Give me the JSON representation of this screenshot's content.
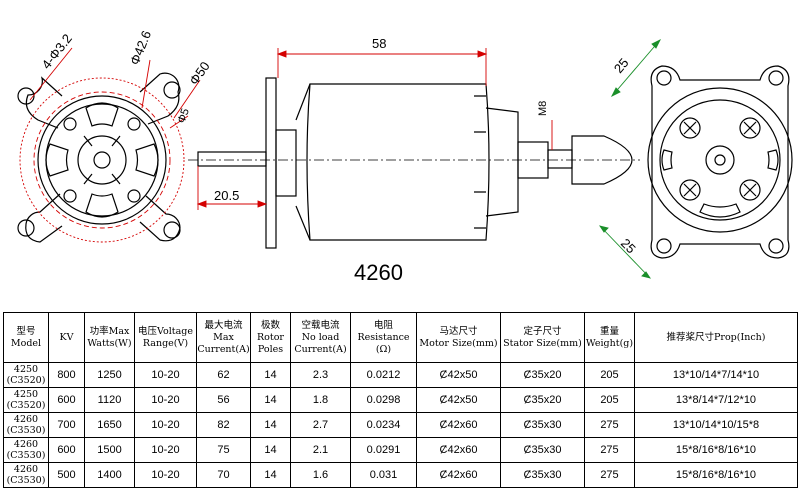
{
  "drawing": {
    "model_label": "4260",
    "dims": {
      "holes": "4-Φ3.2",
      "bolt_circle": "Φ42.6",
      "outer_diameter": "Φ50",
      "shaft_diameter": "Φ5",
      "body_length": "58",
      "shaft_length": "20.5",
      "prop_thread": "M8",
      "mount_spacing_top": "25",
      "mount_spacing_bottom": "25"
    },
    "colors": {
      "line": "#000000",
      "dimension": "#d40000",
      "dimension_alt": "#1a8f2a"
    }
  },
  "table": {
    "headers": [
      [
        "型号",
        "Model"
      ],
      [
        "KV"
      ],
      [
        "功率Max",
        "Watts(W)"
      ],
      [
        "电压Voltage",
        "Range(V)"
      ],
      [
        "最大电流",
        "Max",
        "Current(A)"
      ],
      [
        "极数",
        "Rotor",
        "Poles"
      ],
      [
        "空载电流",
        "No load",
        "Current(A)"
      ],
      [
        "电阻",
        "Resistance",
        "(Ω)"
      ],
      [
        "马达尺寸",
        "Motor Size(mm)"
      ],
      [
        "定子尺寸",
        "Stator Size(mm)"
      ],
      [
        "重量",
        "Weight(g)"
      ],
      [
        "推荐桨尺寸Prop(Inch)"
      ]
    ],
    "rows": [
      {
        "model": [
          "4250",
          "(C3520)"
        ],
        "kv": "800",
        "watts": "1250",
        "voltage": "10-20",
        "max_current": "62",
        "poles": "14",
        "no_load": "2.3",
        "resistance": "0.0212",
        "motor_size": "Ȼ42x50",
        "stator_size": "Ȼ35x20",
        "weight": "205",
        "prop": "13*10/14*7/14*10"
      },
      {
        "model": [
          "4250",
          "(C3520)"
        ],
        "kv": "600",
        "watts": "1120",
        "voltage": "10-20",
        "max_current": "56",
        "poles": "14",
        "no_load": "1.8",
        "resistance": "0.0298",
        "motor_size": "Ȼ42x50",
        "stator_size": "Ȼ35x20",
        "weight": "205",
        "prop": "13*8/14*7/12*10"
      },
      {
        "model": [
          "4260",
          "(C3530)"
        ],
        "kv": "700",
        "watts": "1650",
        "voltage": "10-20",
        "max_current": "82",
        "poles": "14",
        "no_load": "2.7",
        "resistance": "0.0234",
        "motor_size": "Ȼ42x60",
        "stator_size": "Ȼ35x30",
        "weight": "275",
        "prop": "13*10/14*10/15*8"
      },
      {
        "model": [
          "4260",
          "(C3530)"
        ],
        "kv": "600",
        "watts": "1500",
        "voltage": "10-20",
        "max_current": "75",
        "poles": "14",
        "no_load": "2.1",
        "resistance": "0.0291",
        "motor_size": "Ȼ42x60",
        "stator_size": "Ȼ35x30",
        "weight": "275",
        "prop": "15*8/16*8/16*10"
      },
      {
        "model": [
          "4260",
          "(C3530)"
        ],
        "kv": "500",
        "watts": "1400",
        "voltage": "10-20",
        "max_current": "70",
        "poles": "14",
        "no_load": "1.6",
        "resistance": "0.031",
        "motor_size": "Ȼ42x60",
        "stator_size": "Ȼ35x30",
        "weight": "275",
        "prop": "15*8/16*8/16*10"
      }
    ]
  }
}
